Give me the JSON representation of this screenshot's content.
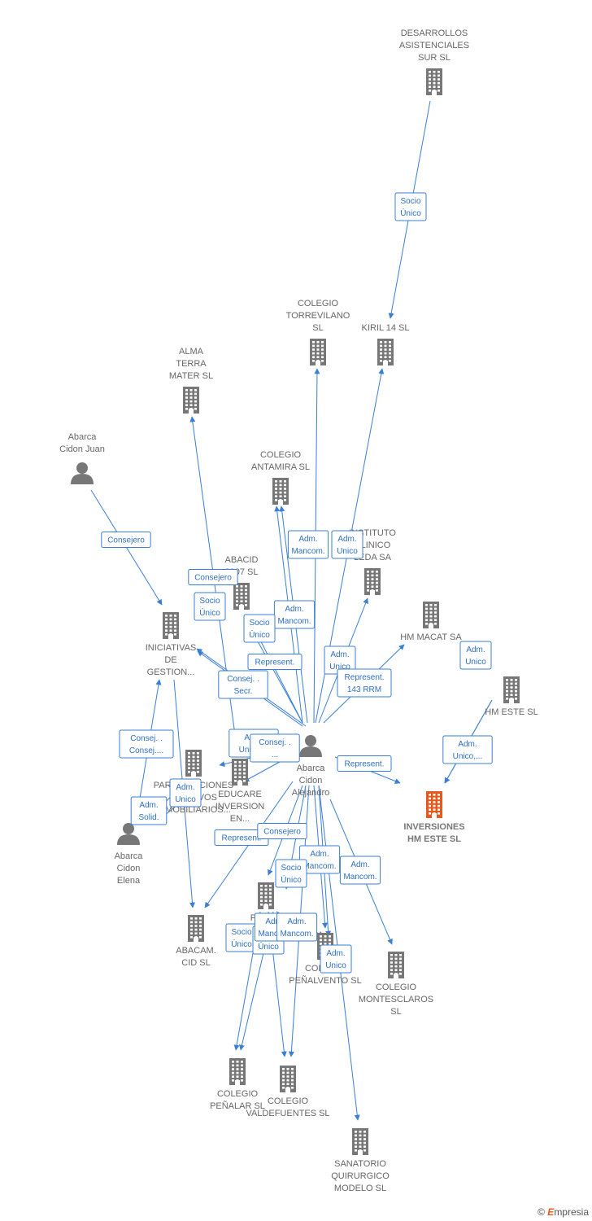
{
  "colors": {
    "edge": "#3a7fd5",
    "node": "#777777",
    "highlight": "#e8571b"
  },
  "nodes": [
    {
      "id": "desarrollos",
      "type": "company",
      "lines": [
        "DESARROLLOS",
        "ASISTENCIALES",
        "SUR  SL"
      ]
    },
    {
      "id": "kiril",
      "type": "company",
      "lines": [
        "KIRIL 14 SL"
      ]
    },
    {
      "id": "torrevilano",
      "type": "company",
      "lines": [
        "COLEGIO",
        "TORREVILANO",
        "SL"
      ]
    },
    {
      "id": "alma",
      "type": "company",
      "lines": [
        "ALMA",
        "TERRA",
        "MATER  SL"
      ]
    },
    {
      "id": "juan",
      "type": "person",
      "lines": [
        "Abarca",
        "Cidon Juan"
      ]
    },
    {
      "id": "antamira",
      "type": "company",
      "lines": [
        "COLEGIO",
        "ANTAMIRA SL"
      ]
    },
    {
      "id": "abacid",
      "type": "company",
      "lines": [
        "ABACID",
        "2007 SL"
      ]
    },
    {
      "id": "instituto",
      "type": "company",
      "lines": [
        "INSTITUTO",
        "CLINICO",
        "LEDA SA"
      ]
    },
    {
      "id": "hmmacat",
      "type": "company",
      "lines": [
        "HM MACAT SA"
      ]
    },
    {
      "id": "iniciativas",
      "type": "company",
      "lines": [
        "INICIATIVAS",
        "DE",
        "GESTION..."
      ]
    },
    {
      "id": "hmeste",
      "type": "company",
      "lines": [
        "HM ESTE  SL"
      ]
    },
    {
      "id": "alejandro",
      "type": "person",
      "lines": [
        "Abarca",
        "Cidon",
        "Alejandro"
      ]
    },
    {
      "id": "inversiones",
      "type": "company",
      "highlight": true,
      "lines": [
        "INVERSIONES",
        "HM ESTE  SL"
      ]
    },
    {
      "id": "participaciones",
      "type": "company",
      "lines": [
        "PARTICIPACIONES",
        "Y ACTIVOS",
        "INMOBILIARIOS..."
      ]
    },
    {
      "id": "educare",
      "type": "company",
      "lines": [
        "EDUCARE",
        "INVERSION",
        "EN..."
      ]
    },
    {
      "id": "elena",
      "type": "person",
      "lines": [
        "Abarca",
        "Cidon",
        "Elena"
      ]
    },
    {
      "id": "abacam",
      "type": "company",
      "lines": [
        "ABACAM.",
        "CID SL"
      ]
    },
    {
      "id": "prof",
      "type": "company",
      "lines": [
        "PROF..."
      ]
    },
    {
      "id": "penalvento",
      "type": "company",
      "lines": [
        "COLEGIO",
        "PEÑALVENTO SL"
      ]
    },
    {
      "id": "montesclaros",
      "type": "company",
      "lines": [
        "COLEGIO",
        "MONTESCLAROS",
        "SL"
      ]
    },
    {
      "id": "penalar",
      "type": "company",
      "lines": [
        "COLEGIO",
        "PEÑALAR SL"
      ]
    },
    {
      "id": "valdefuentes",
      "type": "company",
      "lines": [
        "COLEGIO",
        "VALDEFUENTES SL"
      ]
    },
    {
      "id": "sanatorio",
      "type": "company",
      "lines": [
        "SANATORIO",
        "QUIRURGICO",
        "MODELO SL"
      ]
    }
  ],
  "edges": [
    {
      "from": "desarrollos",
      "to": "kiril",
      "label": [
        "Socio",
        "Único"
      ]
    },
    {
      "from": "juan",
      "to": "iniciativas",
      "label": [
        "Consejero"
      ]
    },
    {
      "from": "alejandro",
      "to": "antamira",
      "label": [
        "Adm.",
        "Mancom."
      ]
    },
    {
      "from": "alejandro",
      "to": "kiril",
      "label": [
        "Adm.",
        "Unico"
      ]
    },
    {
      "from": "alejandro",
      "to": "torrevilano",
      "label": []
    },
    {
      "from": "alejandro",
      "to": "alma",
      "label": [
        "Consejero"
      ]
    },
    {
      "from": "alejandro",
      "to": "abacid",
      "label": [
        "Socio",
        "Único"
      ]
    },
    {
      "from": "alejandro",
      "to": "antamira",
      "label": [
        "Adm.",
        "Mancom."
      ]
    },
    {
      "from": "alejandro",
      "to": "abacid",
      "label": [
        "Socio",
        "Único"
      ]
    },
    {
      "from": "alejandro",
      "to": "iniciativas",
      "label": [
        "Represent."
      ]
    },
    {
      "from": "alejandro",
      "to": "iniciativas",
      "label": [
        "Consej. .",
        "Secr."
      ]
    },
    {
      "from": "alejandro",
      "to": "instituto",
      "label": [
        "Adm.",
        "Unico"
      ]
    },
    {
      "from": "alejandro",
      "to": "hmmacat",
      "label": [
        "Represent.",
        "143 RRM"
      ]
    },
    {
      "from": "hmeste",
      "to": "inversiones",
      "label": [
        "Adm.",
        "Unico"
      ]
    },
    {
      "from": "hmeste",
      "to": "inversiones",
      "label": [
        "Adm.",
        "Unico,..."
      ]
    },
    {
      "from": "alejandro",
      "to": "inversiones",
      "label": [
        "Represent."
      ]
    },
    {
      "from": "alejandro",
      "to": "participaciones",
      "label": [
        "Adm.",
        "Unico,..."
      ]
    },
    {
      "from": "alejandro",
      "to": "educare",
      "label": [
        "Consej. .",
        "..."
      ]
    },
    {
      "from": "elena",
      "to": "iniciativas",
      "label": [
        "Consej. .",
        "Consej...."
      ]
    },
    {
      "from": "elena",
      "to": "participaciones",
      "label": [
        "Adm.",
        "Solid."
      ]
    },
    {
      "from": "elena",
      "to": "participaciones",
      "label": [
        "Adm.",
        "Unico"
      ]
    },
    {
      "from": "alejandro",
      "to": "abacam",
      "label": [
        "Represent."
      ]
    },
    {
      "from": "alejandro",
      "to": "prof",
      "label": [
        "Consejero"
      ]
    },
    {
      "from": "alejandro",
      "to": "penalvento",
      "label": [
        "Adm.",
        "Mancom."
      ]
    },
    {
      "from": "alejandro",
      "to": "montesclaros",
      "label": [
        "Adm.",
        "Mancom."
      ]
    },
    {
      "from": "alejandro",
      "to": "prof",
      "label": [
        "Socio",
        "Único"
      ]
    },
    {
      "from": "prof",
      "to": "penalar",
      "label": [
        "Socio",
        "Único"
      ]
    },
    {
      "from": "prof",
      "to": "valdefuentes",
      "label": [
        "Socio",
        "Único"
      ]
    },
    {
      "from": "prof",
      "to": "penalvento",
      "label": [
        "Adm.",
        "Mancom."
      ]
    },
    {
      "from": "prof",
      "to": "penalar",
      "label": [
        "Adm.",
        "Mancom."
      ]
    },
    {
      "from": "alejandro",
      "to": "penalvento",
      "label": [
        "Adm.",
        "Unico"
      ]
    },
    {
      "from": "alejandro",
      "to": "sanatorio",
      "label": []
    },
    {
      "from": "alejandro",
      "to": "valdefuentes",
      "label": []
    },
    {
      "from": "iniciativas",
      "to": "abacam",
      "label": []
    }
  ],
  "brand": {
    "copyright": "©",
    "name": "mpresia",
    "initial": "E"
  }
}
